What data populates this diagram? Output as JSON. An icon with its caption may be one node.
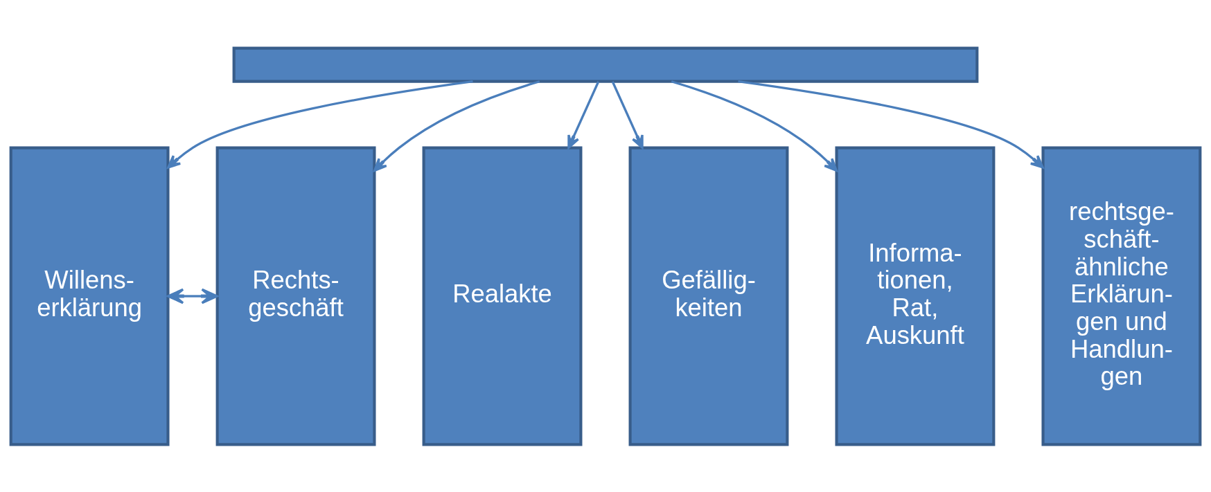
{
  "diagram": {
    "nodes": [
      {
        "text": [],
        "shape": "box"
      },
      {
        "text": [
          "Willens- erklärung"
        ]
      },
      {
        "text": [
          "Rechts- geschäft"
        ]
      },
      {
        "text": [
          "Realakte"
        ]
      },
      {
        "text": [
          "Gefällig- keiten"
        ]
      },
      {
        "text": [
          "Informa- tionen, Rat, Auskunft"
        ]
      },
      {
        "text": [
          "rechtsge- schäft- ähnliche Erklärun- gen und Handlun- gen"
        ]
      }
    ],
    "edges": [
      {
        "from": 0,
        "to": 1,
        "arrow": "to"
      },
      {
        "from": 0,
        "to": 2,
        "arrow": "to"
      },
      {
        "from": 0,
        "to": 3,
        "arrow": "to"
      },
      {
        "from": 0,
        "to": 4,
        "arrow": "to"
      },
      {
        "from": 0,
        "to": 5,
        "arrow": "to"
      },
      {
        "from": 0,
        "to": 6,
        "arrow": "to"
      },
      {
        "from": 1,
        "to": 2,
        "arrow": "both"
      }
    ]
  }
}
